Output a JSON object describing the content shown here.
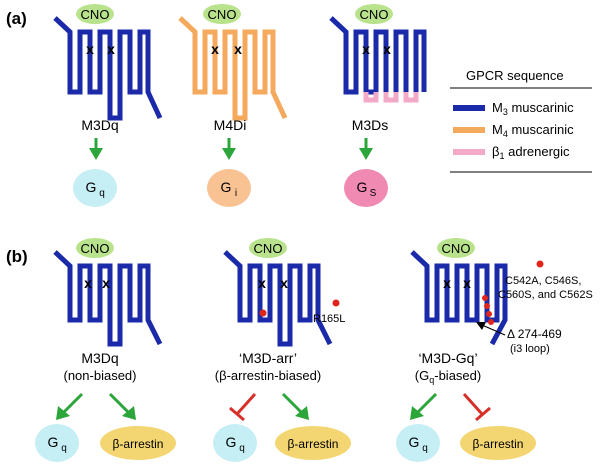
{
  "panel_a": {
    "label": "(a)",
    "receptors": [
      {
        "ligand": "CNO",
        "name": "M3Dq",
        "g_main": "G",
        "g_sub": "q",
        "g_color": "#c6eef5"
      },
      {
        "ligand": "CNO",
        "name": "M4Di",
        "g_main": "G",
        "g_sub": "i",
        "g_color": "#f8c293"
      },
      {
        "ligand": "CNO",
        "name": "M3Ds",
        "g_main": "G",
        "g_sub": "S",
        "g_color": "#f08ab3"
      }
    ]
  },
  "legend": {
    "title": "GPCR sequence",
    "items": [
      {
        "prefix": "M",
        "sub": "3",
        "suffix": " muscarinic",
        "color": "#1a2aa8"
      },
      {
        "prefix": "M",
        "sub": "4",
        "suffix": " muscarinic",
        "color": "#f4a95d"
      },
      {
        "prefix": "β",
        "sub": "1",
        "suffix": " adrenergic",
        "color": "#f3a9c8"
      }
    ]
  },
  "panel_b": {
    "label": "(b)",
    "receptors": [
      {
        "ligand": "CNO",
        "name": "M3Dq",
        "subtitle": "(non-biased)",
        "g_main": "G",
        "g_sub": "q",
        "arrestin": "β-arrestin"
      },
      {
        "ligand": "CNO",
        "name": "‘M3D-arr’",
        "subtitle": "(β-arrestin-biased)",
        "g_main": "G",
        "g_sub": "q",
        "arrestin": "β-arrestin",
        "mutation": "R165L"
      },
      {
        "ligand": "CNO",
        "name": "‘M3D-Gq’",
        "subtitle_pre": "(G",
        "subtitle_sub": "q",
        "subtitle_post": "-biased)",
        "g_main": "G",
        "g_sub": "q",
        "arrestin": "β-arrestin",
        "mutations": [
          "C542A, C546S,",
          "C560S, and C562S"
        ],
        "deletion": "Δ 274-469",
        "deletion_note": "(i3 loop)"
      }
    ]
  },
  "colors": {
    "m3": "#1a2aa8",
    "m4": "#f4a95d",
    "b1": "#f3a9c8",
    "cno": "#b9e28c",
    "dot": "#e0261b",
    "arrow": "#2ca53a",
    "inhibit": "#d7302a",
    "arrestin": "#f3d571",
    "gq": "#c6eef5"
  }
}
